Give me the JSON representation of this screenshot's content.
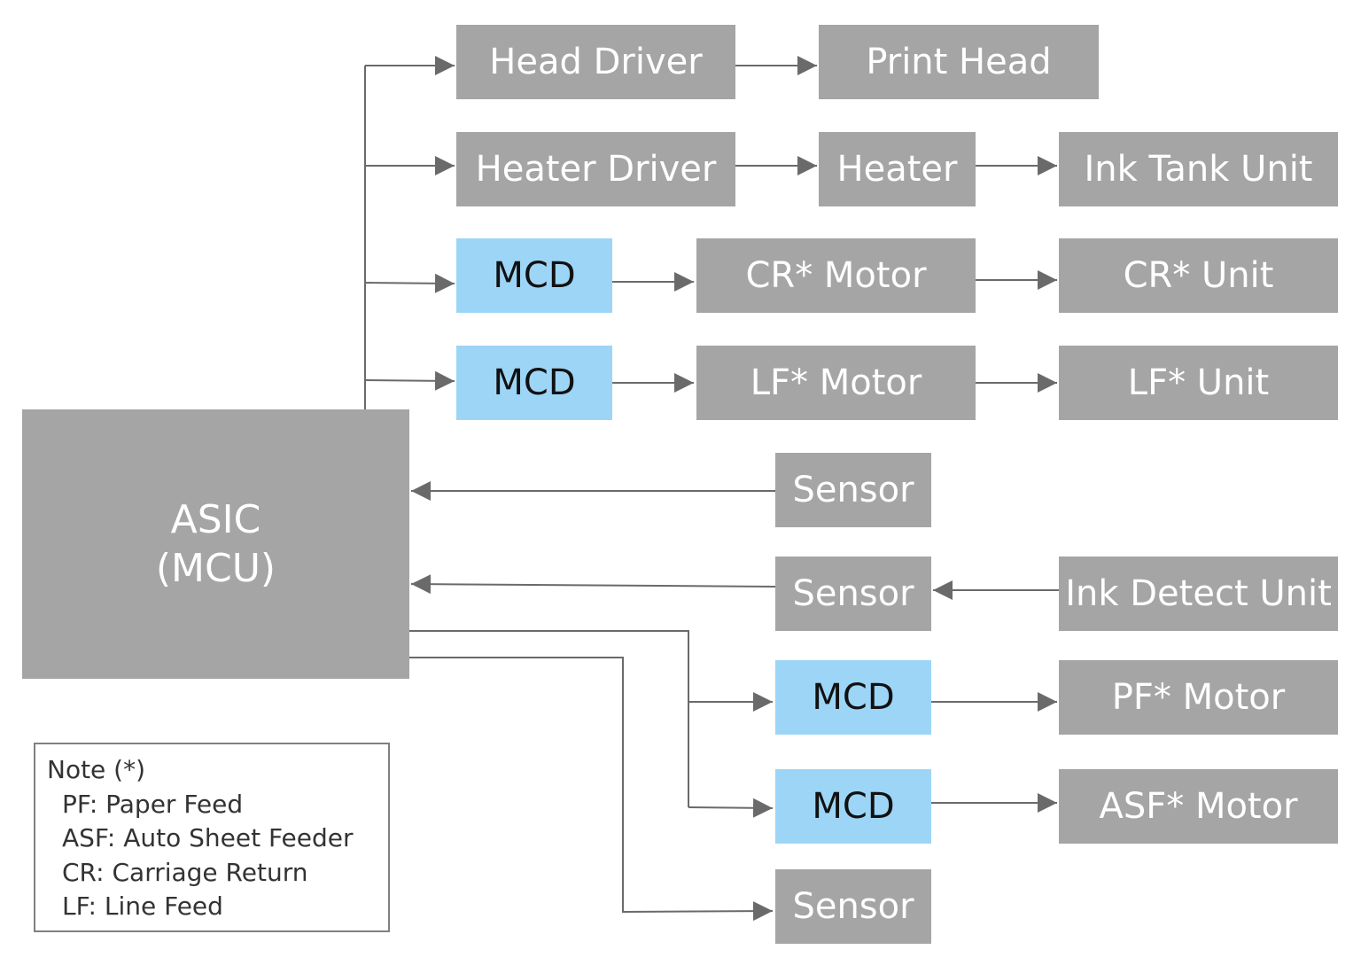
{
  "colors": {
    "block": "#a5a5a5",
    "mcd": "#9dd5f7",
    "line": "#6a6a6a"
  },
  "asic": {
    "line1": "ASIC",
    "line2": "(MCU)"
  },
  "blocks": {
    "head_driver": "Head Driver",
    "print_head": "Print Head",
    "heater_driver": "Heater Driver",
    "heater": "Heater",
    "ink_tank_unit": "Ink Tank Unit",
    "mcd_cr": "MCD",
    "cr_motor": "CR* Motor",
    "cr_unit": "CR* Unit",
    "mcd_lf": "MCD",
    "lf_motor": "LF* Motor",
    "lf_unit": "LF* Unit",
    "sensor_1": "Sensor",
    "sensor_2": "Sensor",
    "ink_detect_unit": "Ink Detect Unit",
    "mcd_pf": "MCD",
    "pf_motor": "PF* Motor",
    "mcd_asf": "MCD",
    "asf_motor": "ASF* Motor",
    "sensor_3": "Sensor"
  },
  "note": {
    "title": "Note (*)",
    "items": [
      "PF: Paper Feed",
      "ASF: Auto Sheet Feeder",
      "CR: Carriage Return",
      "LF: Line Feed"
    ]
  }
}
